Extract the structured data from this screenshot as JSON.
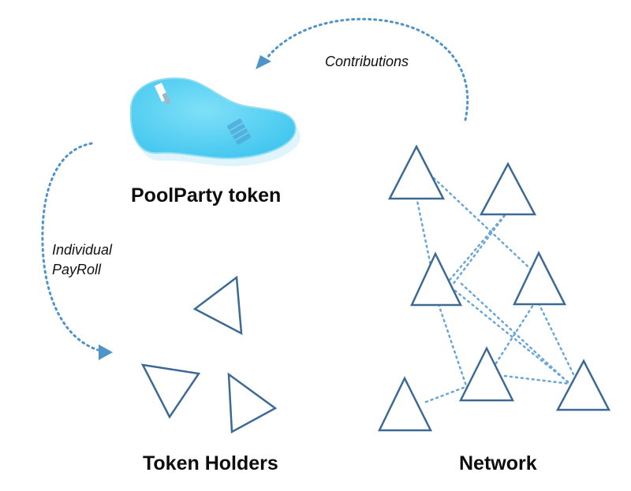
{
  "labels": {
    "pool_title": "PoolParty token",
    "holders_title": "Token Holders",
    "network_title": "Network",
    "contributions": "Contributions",
    "payroll_line1": "Individual",
    "payroll_line2": "PayRoll"
  },
  "colors": {
    "triangle_stroke": "#3d6a94",
    "arrow": "#4f93c9",
    "network_link": "#6aa6d6",
    "pool_water": "#5fd3f3",
    "pool_water_edge": "#3fb6e6",
    "text": "#111111"
  },
  "icons": [
    "pool-icon",
    "pool-ladder-icon",
    "pool-float-icon",
    "triangle-icon"
  ],
  "network": {
    "nodes": [
      "n1",
      "n2",
      "n3",
      "n4",
      "n5",
      "n6",
      "n7"
    ],
    "links": [
      [
        "n1",
        "n3"
      ],
      [
        "n1",
        "n4"
      ],
      [
        "n2",
        "n3"
      ],
      [
        "n2",
        "n4"
      ],
      [
        "n3",
        "n5"
      ],
      [
        "n3",
        "n7"
      ],
      [
        "n4",
        "n5"
      ],
      [
        "n4",
        "n7"
      ],
      [
        "n5",
        "n6"
      ],
      [
        "n5",
        "n7"
      ],
      [
        "n3",
        "n6"
      ]
    ]
  }
}
